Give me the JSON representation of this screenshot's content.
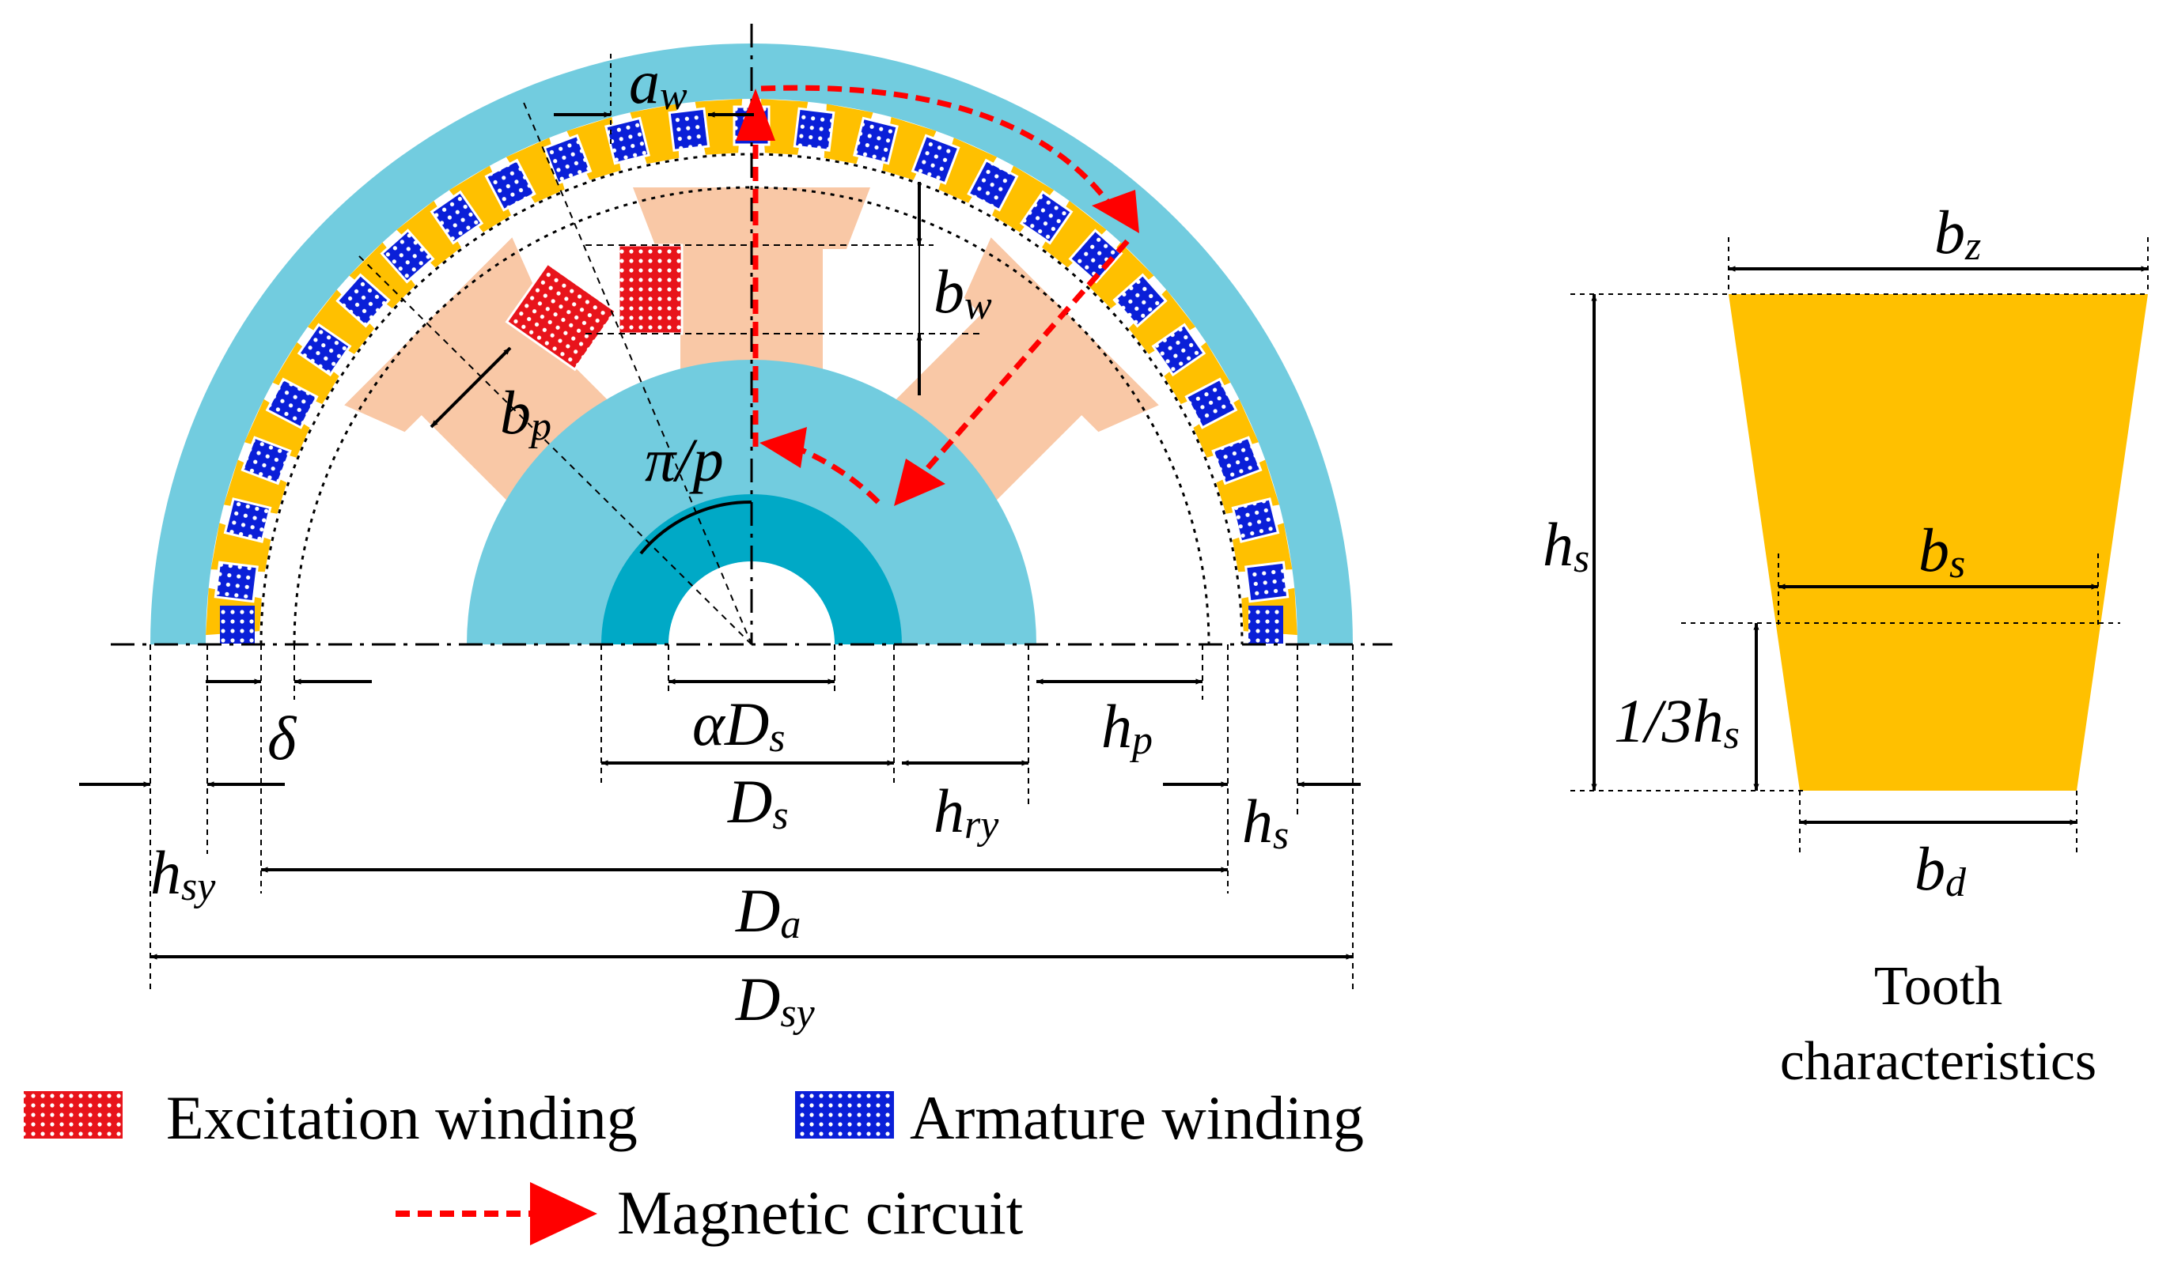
{
  "colors": {
    "stator_yoke": "#72CCDF",
    "rotor_yoke": "#72CCDF",
    "shaft_ring": "#00A9C6",
    "tooth": "#FFC000",
    "pole": "#F9C8A6",
    "excitation_winding": "#E8141B",
    "armature_winding": "#0A1FD8",
    "magnetic_circuit": "#FF0000",
    "lines": "#000000"
  },
  "dimensions": {
    "aw": {
      "main": "a",
      "sub": "w"
    },
    "bw": {
      "main": "b",
      "sub": "w"
    },
    "bp": {
      "main": "b",
      "sub": "p"
    },
    "pole_angle": "π/p",
    "delta": "δ",
    "aDs": {
      "main": "αD",
      "sub": "s"
    },
    "Ds": {
      "main": "D",
      "sub": "s"
    },
    "hry": {
      "main": "h",
      "sub": "ry"
    },
    "hp": {
      "main": "h",
      "sub": "p"
    },
    "hs": {
      "main": "h",
      "sub": "s"
    },
    "hsy": {
      "main": "h",
      "sub": "sy"
    },
    "Da": {
      "main": "D",
      "sub": "a"
    },
    "Dsy": {
      "main": "D",
      "sub": "sy"
    }
  },
  "tooth_diagram": {
    "bz": {
      "main": "b",
      "sub": "z"
    },
    "bs": {
      "main": "b",
      "sub": "s"
    },
    "bd": {
      "main": "b",
      "sub": "d"
    },
    "hs": {
      "main": "h",
      "sub": "s"
    },
    "third_hs": {
      "main": "1/3h",
      "sub": "s"
    },
    "caption_line1": "Tooth",
    "caption_line2": "characteristics"
  },
  "legend": {
    "excitation": "Excitation winding",
    "armature": "Armature winding",
    "magnetic": "Magnetic circuit"
  }
}
